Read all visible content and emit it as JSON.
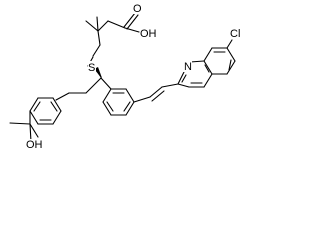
{
  "structure": {
    "atom_labels": {
      "carbonyl_oxygen": "O",
      "hydroxyl_acid": "OH",
      "thioether_sulfur": "S",
      "chlorine": "Cl",
      "quinoline_nitrogen": "N",
      "tertiary_alcohol": "OH"
    },
    "stereo_bond": "wedge",
    "colors": {
      "bond": "#000000",
      "background": "#ffffff"
    }
  }
}
